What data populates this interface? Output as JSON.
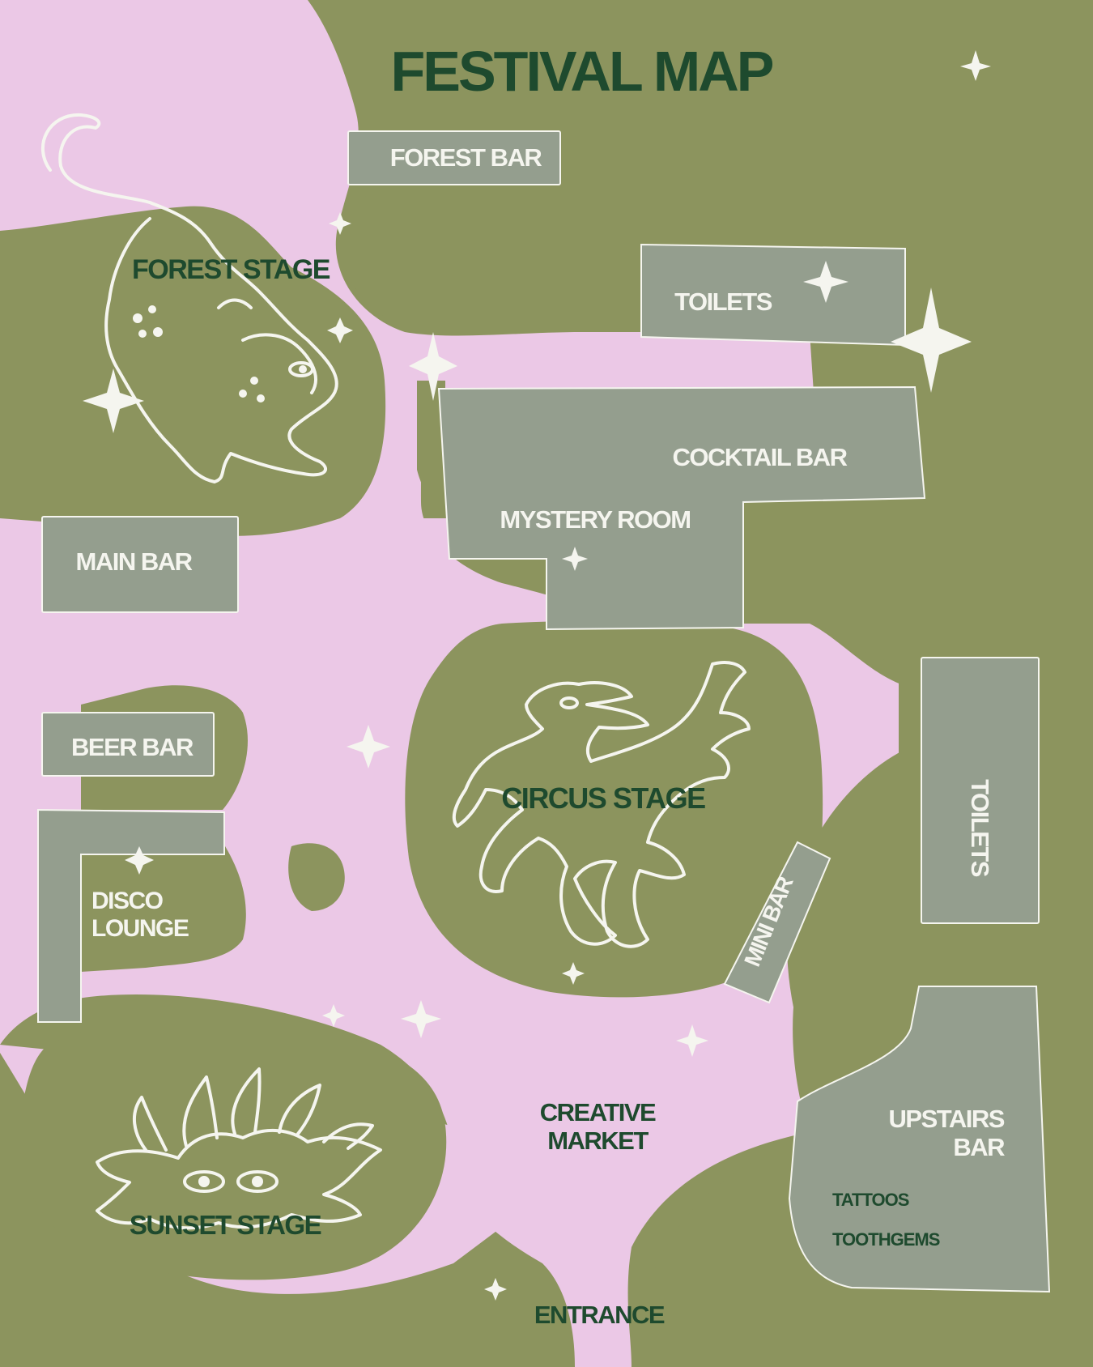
{
  "map": {
    "title": "FESTIVAL MAP",
    "colors": {
      "ground": "#8c945e",
      "path": "#ebc8e6",
      "building": "#949e8e",
      "dark_label": "#1e4a2e",
      "light_label": "#f5f5ef"
    },
    "stages": {
      "forest_stage": "FOREST STAGE",
      "circus_stage": "CIRCUS STAGE",
      "sunset_stage": "SUNSET STAGE"
    },
    "venues": {
      "forest_bar": "FOREST BAR",
      "toilets_top": "TOILETS",
      "cocktail_bar": "COCKTAIL BAR",
      "mystery_room": "MYSTERY ROOM",
      "main_bar": "MAIN BAR",
      "beer_bar": "BEER BAR",
      "disco_lounge_line1": "DISCO",
      "disco_lounge_line2": "LOUNGE",
      "mini_bar": "MINI BAR",
      "toilets_right": "TOILETS",
      "upstairs_bar_line1": "UPSTAIRS",
      "upstairs_bar_line2": "BAR",
      "tattoos": "TATTOOS",
      "toothgems": "TOOTHGEMS"
    },
    "areas": {
      "creative_market_line1": "CREATIVE",
      "creative_market_line2": "MARKET",
      "entrance": "ENTRANCE"
    },
    "icons": [
      "frog-doodle-icon",
      "horse-doodle-icon",
      "sun-face-doodle-icon",
      "sparkle-icon"
    ]
  }
}
